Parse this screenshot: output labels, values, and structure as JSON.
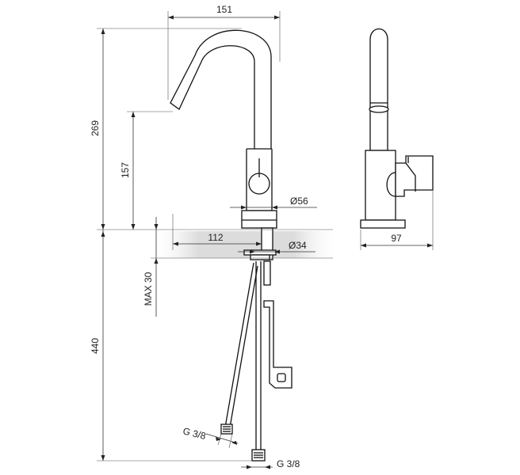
{
  "dimensions": {
    "spout_reach": "151",
    "total_height": "269",
    "spout_height": "157",
    "body_diameter": "Ø56",
    "reach_from_counter": "112",
    "mount_hole": "Ø34",
    "max_counter_thickness": "MAX 30",
    "hose_length": "440",
    "side_depth": "97",
    "connection_left": "G 3/8",
    "connection_right": "G 3/8"
  },
  "colors": {
    "line": "#111111",
    "counter_shade": "#d9d9d9"
  }
}
